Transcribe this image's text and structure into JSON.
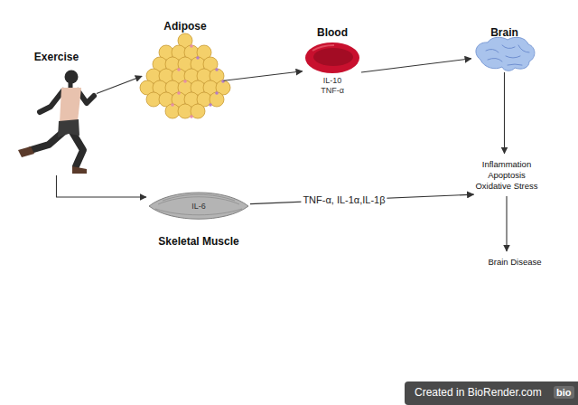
{
  "diagram": {
    "nodes": [
      {
        "text": [
          "Exercise"
        ]
      },
      {
        "text": [
          "Adipose"
        ]
      },
      {
        "text": [
          "Blood",
          "IL-10 TNF-α"
        ]
      },
      {
        "text": [
          "Brain"
        ]
      },
      {
        "text": [
          "IL-6",
          "Skeletal Muscle"
        ]
      },
      {
        "text": [
          "Inflammation Apoptosis Oxidative Stress"
        ]
      },
      {
        "text": [
          "Brain Disease"
        ]
      }
    ],
    "edges": [
      {
        "from": 0,
        "to": 1,
        "arrow": "to"
      },
      {
        "from": 1,
        "to": 2,
        "arrow": "to"
      },
      {
        "from": 2,
        "to": 3,
        "arrow": "to"
      },
      {
        "from": 3,
        "to": 5,
        "arrow": "to"
      },
      {
        "from": 5,
        "to": 6,
        "arrow": "to"
      },
      {
        "from": 0,
        "to": 4,
        "arrow": "to"
      },
      {
        "from": 4,
        "to": 5,
        "label": "TNF-α, IL-1α,IL-1β",
        "arrow": "to"
      }
    ],
    "labels": [
      "Created in BioRender.com",
      "bio"
    ]
  }
}
